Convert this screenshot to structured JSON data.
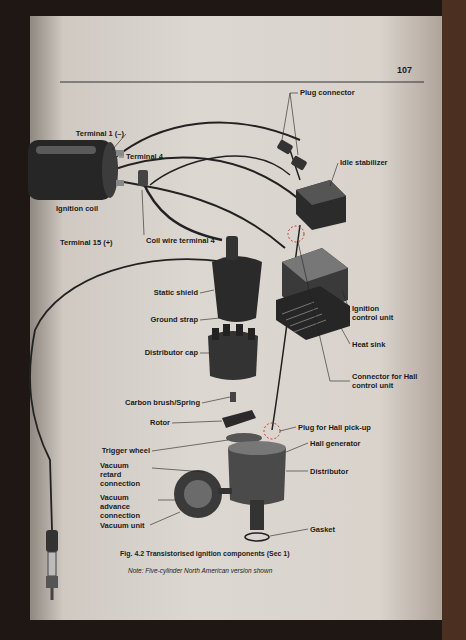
{
  "diagram": {
    "caption": "Fig. 4.2 Transistorised ignition components (Sec 1)",
    "labels": [
      "107",
      "Plug connector",
      "Terminal 1 (–)",
      "Idle stabilizer",
      "Terminal 4",
      "Ignition coil",
      "Coil wire terminal 4",
      "Terminal 15 (+)",
      "Static shield",
      "Ignition control unit",
      "Ground strap",
      "Heat sink",
      "Distributor cap",
      "Connector for Hall control unit",
      "Carbon brush/Spring",
      "Rotor",
      "Plug for Hall pick-up",
      "Hall generator",
      "Trigger wheel",
      "Vacuum retard connection",
      "Distributor",
      "Vacuum advance connection",
      "Vacuum unit",
      "Gasket",
      "Note: Five-cylinder North American version shown"
    ]
  }
}
